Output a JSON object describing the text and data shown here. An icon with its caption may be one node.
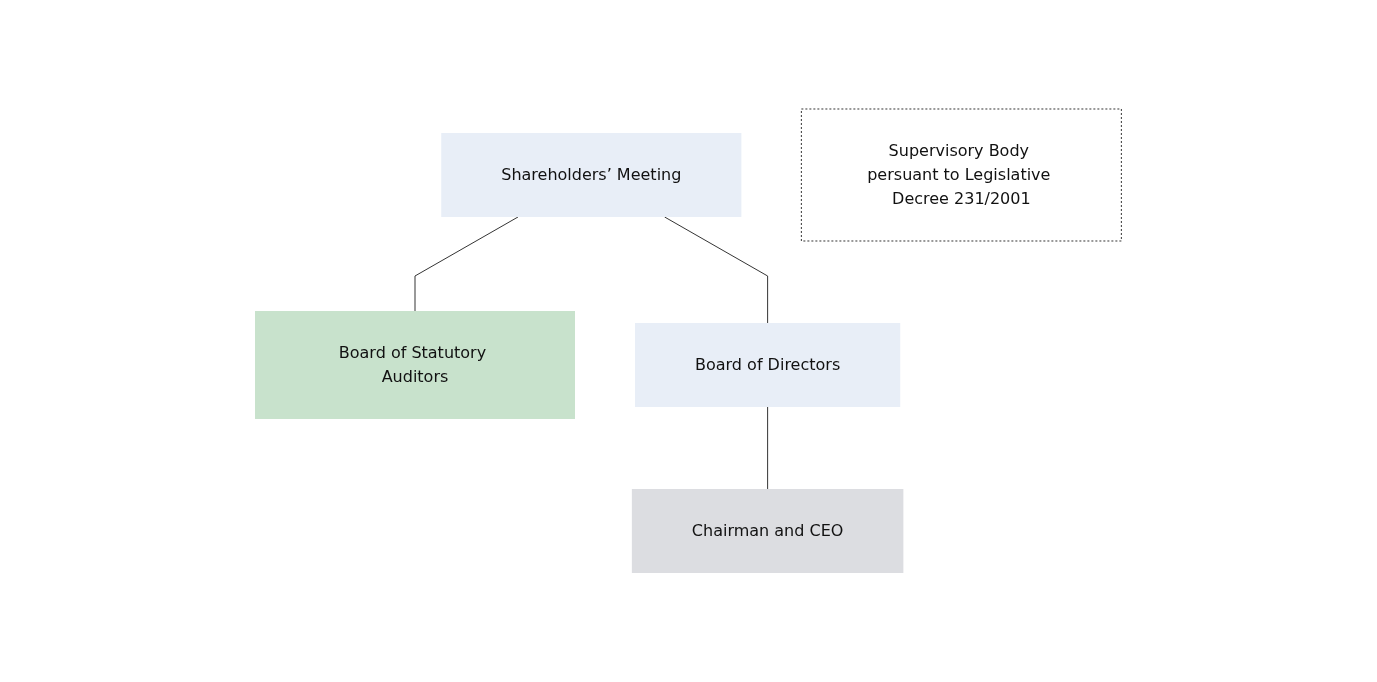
{
  "diagram": {
    "nodes": [
      {
        "text": [
          "Shareholders’ Meeting"
        ]
      },
      {
        "text": [
          "Board of Statutory Auditors"
        ]
      },
      {
        "text": [
          "Supervisory Body persuant to Legislative Decree 231/2001"
        ]
      },
      {
        "text": [
          "Board of Directors"
        ]
      },
      {
        "text": [
          "Chairman and CEO"
        ]
      }
    ],
    "edges": [
      {
        "from": 0,
        "to": 1,
        "arrow": "none"
      },
      {
        "from": 0,
        "to": 3,
        "arrow": "none"
      },
      {
        "from": 3,
        "to": 4,
        "arrow": "none"
      }
    ]
  }
}
